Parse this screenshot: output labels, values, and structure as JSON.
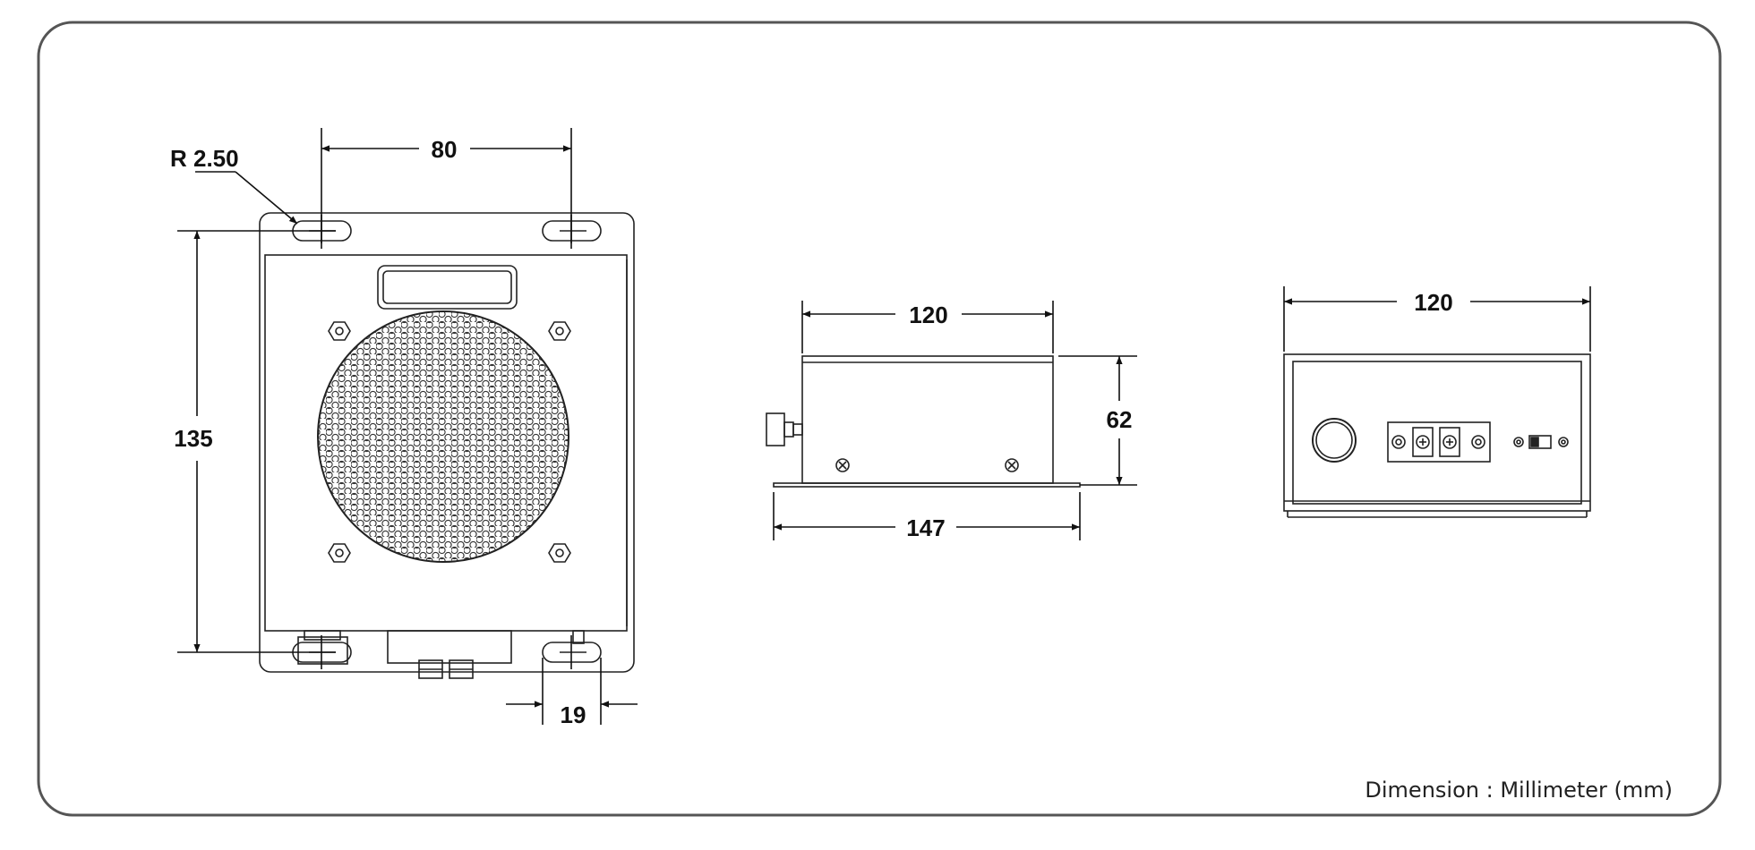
{
  "drawing": {
    "units_note": "Dimension : Millimeter (mm)",
    "colors": {
      "line": "#222222",
      "frame": "#555555",
      "background": "#ffffff"
    },
    "front_view": {
      "radius_label": "R 2.50",
      "width_label": "80",
      "height_label": "135",
      "slot_label": "19"
    },
    "side_view": {
      "width_label": "120",
      "height_label": "62",
      "base_label": "147"
    },
    "rear_view": {
      "width_label": "120"
    }
  }
}
